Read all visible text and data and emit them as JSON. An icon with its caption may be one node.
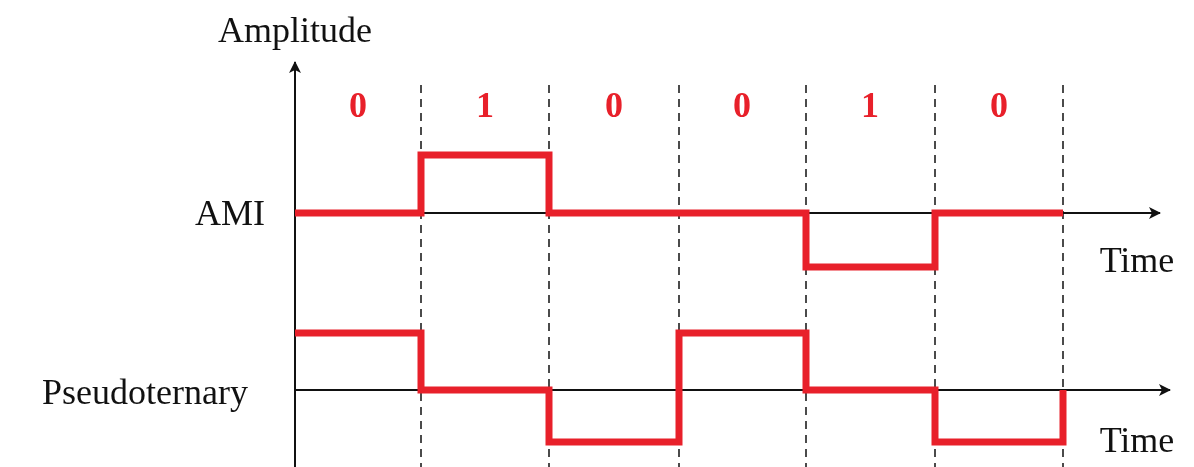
{
  "diagram": {
    "labels": [
      "Amplitude",
      "0",
      "1",
      "0",
      "0",
      "1",
      "0",
      "AMI",
      "Time",
      "Pseudoternary",
      "Time"
    ]
  }
}
